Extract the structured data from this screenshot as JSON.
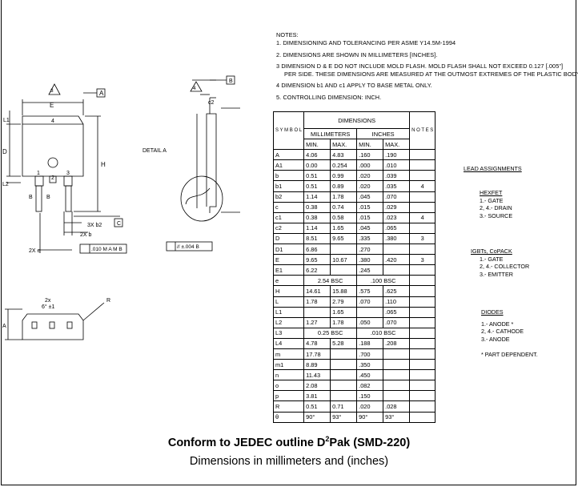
{
  "notes": {
    "header": "NOTES:",
    "items": [
      {
        "num": "1.",
        "text": "DIMENSIONING AND TOLERANCING PER ASME Y14.5M-1994"
      },
      {
        "num": "2.",
        "text": "DIMENSIONS ARE SHOWN IN MILLIMETERS [INCHES]."
      },
      {
        "num": "3",
        "text": "DIMENSION D & E DO NOT INCLUDE MOLD FLASH. MOLD FLASH SHALL NOT EXCEED 0.127 [.005\"]",
        "cont": "PER SIDE. THESE DIMENSIONS ARE MEASURED AT THE OUTMOST EXTREMES OF THE PLASTIC BODY."
      },
      {
        "num": "4",
        "text": "DIMENSION b1 AND c1 APPLY TO BASE METAL ONLY."
      },
      {
        "num": "5.",
        "text": "CONTROLLING DIMENSION: INCH."
      }
    ]
  },
  "table": {
    "symbol_header": "S Y M B O L",
    "dimensions_header": "DIMENSIONS",
    "mm_header": "MILLIMETERS",
    "in_header": "INCHES",
    "notes_header": "N O T E S",
    "min": "MIN.",
    "max": "MAX.",
    "rows": [
      [
        "A",
        "4.06",
        "4.83",
        ".160",
        ".190",
        ""
      ],
      [
        "A1",
        "0.00",
        "0.254",
        ".000",
        ".010",
        ""
      ],
      [
        "b",
        "0.51",
        "0.99",
        ".020",
        ".039",
        ""
      ],
      [
        "b1",
        "0.51",
        "0.89",
        ".020",
        ".035",
        "4"
      ],
      [
        "b2",
        "1.14",
        "1.78",
        ".045",
        ".070",
        ""
      ],
      [
        "c",
        "0.38",
        "0.74",
        ".015",
        ".029",
        ""
      ],
      [
        "c1",
        "0.38",
        "0.58",
        ".015",
        ".023",
        "4"
      ],
      [
        "c2",
        "1.14",
        "1.65",
        ".045",
        ".065",
        ""
      ],
      [
        "D",
        "8.51",
        "9.65",
        ".335",
        ".380",
        "3"
      ],
      [
        "D1",
        "6.86",
        "",
        ".270",
        "",
        ""
      ],
      [
        "E",
        "9.65",
        "10.67",
        ".380",
        ".420",
        "3"
      ],
      [
        "E1",
        "6.22",
        "",
        ".245",
        "",
        ""
      ],
      [
        "e",
        "2.54 BSC",
        "",
        ".100 BSC",
        "",
        ""
      ],
      [
        "H",
        "14.61",
        "15.88",
        ".575",
        ".625",
        ""
      ],
      [
        "L",
        "1.78",
        "2.79",
        ".070",
        ".110",
        ""
      ],
      [
        "L1",
        "",
        "1.65",
        "",
        ".065",
        ""
      ],
      [
        "L2",
        "1.27",
        "1.78",
        ".050",
        ".070",
        ""
      ],
      [
        "L3",
        "0.25 BSC",
        "",
        ".010 BSC",
        "",
        ""
      ],
      [
        "L4",
        "4.78",
        "5.28",
        ".188",
        ".208",
        ""
      ],
      [
        "m",
        "17.78",
        "",
        ".700",
        "",
        ""
      ],
      [
        "m1",
        "8.89",
        "",
        ".350",
        "",
        ""
      ],
      [
        "n",
        "11.43",
        "",
        ".450",
        "",
        ""
      ],
      [
        "o",
        "2.08",
        "",
        ".082",
        "",
        ""
      ],
      [
        "p",
        "3.81",
        "",
        ".150",
        "",
        ""
      ],
      [
        "R",
        "0.51",
        "0.71",
        ".020",
        ".028",
        ""
      ],
      [
        "θ",
        "90°",
        "93°",
        "90°",
        "93°",
        ""
      ]
    ]
  },
  "lead_assignments": {
    "title": "LEAD ASSIGNMENTS",
    "hexfet": {
      "title": "HEXFET",
      "items": [
        "1.- GATE",
        "2, 4.- DRAIN",
        "3.- SOURCE"
      ]
    },
    "igbt": {
      "title": "IGBTs, CoPACK",
      "items": [
        "1.- GATE",
        "2, 4.- COLLECTOR",
        "3.- EMITTER"
      ]
    },
    "diodes": {
      "title": "DIODES",
      "items": [
        "1.- ANODE *",
        "2, 4.- CATHODE",
        "3.- ANODE"
      ],
      "footnote": "* PART DEPENDENT."
    }
  },
  "caption": {
    "line1_prefix": "Conform to JEDEC outline D",
    "line1_sup": "2",
    "line1_suffix": "Pak (SMD-220)",
    "line2": "Dimensions in millimeters and (inches)"
  },
  "drawing_labels": {
    "e_label": "E",
    "a_label": "A",
    "b_ref": "B",
    "c_ref": "C",
    "l1": "L1",
    "d": "D",
    "l2": "L2",
    "h": "H",
    "four": "4",
    "pin1": "1",
    "pin2": "2",
    "pin3": "3",
    "b_lead": "B",
    "three_x_b2": "3X b2",
    "two_x_b": "2X b",
    "two_x_e": "2X e",
    "tol_frame1": ".010 M A M B",
    "detail_a": "DETAIL A",
    "c2": "c2",
    "tol_frame2": "// ±.004 B",
    "two_x": "2x",
    "theta": "6° ±1",
    "r": "R",
    "note_tri_4": "4",
    "note_tri_3": "3"
  }
}
